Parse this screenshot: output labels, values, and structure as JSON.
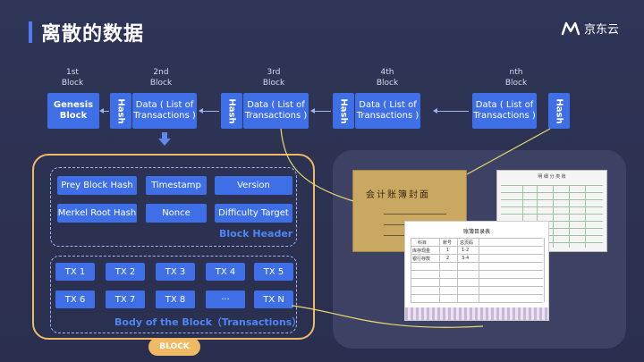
{
  "slide": {
    "title": "离散的数据",
    "logo_text": "京东云",
    "logo_icon": "jd-cloud-logo-icon",
    "colors": {
      "background": "#2b3050",
      "accent": "#3e6fe6",
      "block_frame": "#f0b964",
      "label_blue": "#4f86f5",
      "connector": "#e8d96a"
    }
  },
  "chain": {
    "position_labels": [
      {
        "line1": "1st",
        "line2": "Block"
      },
      {
        "line1": "2nd",
        "line2": "Block"
      },
      {
        "line1": "3rd",
        "line2": "Block"
      },
      {
        "line1": "4th",
        "line2": "Block"
      },
      {
        "line1": "nth",
        "line2": "Block"
      }
    ],
    "genesis": {
      "line1": "Genesis",
      "line2": "Block"
    },
    "data": {
      "line1": "Data ( List of",
      "line2": "Transactions )"
    },
    "hash_label": "Hash"
  },
  "block_header": {
    "label": "Block Header",
    "fields": [
      "Prey Block Hash",
      "Timestamp",
      "Version",
      "Merkel Root Hash",
      "Nonce",
      "Difficulty Target"
    ]
  },
  "block_body": {
    "label": "Body of the Block（Transactions）",
    "transactions": [
      "TX 1",
      "TX 2",
      "TX 3",
      "TX 4",
      "TX 5",
      "TX 6",
      "TX 7",
      "TX 8",
      "···",
      "TX N"
    ]
  },
  "block_tag": "BLOCK",
  "documents": {
    "cover_title": "会计账簿封面",
    "table_title": "账簿目录表",
    "table_headers": [
      "科目",
      "账号",
      "总页码"
    ],
    "table_rows": [
      {
        "subject": "库存现金",
        "account": "1",
        "pages": "1-2"
      },
      {
        "subject": "银行存款",
        "account": "2",
        "pages": "3-4"
      }
    ],
    "ledger_title": "明 细 分 类 账"
  }
}
